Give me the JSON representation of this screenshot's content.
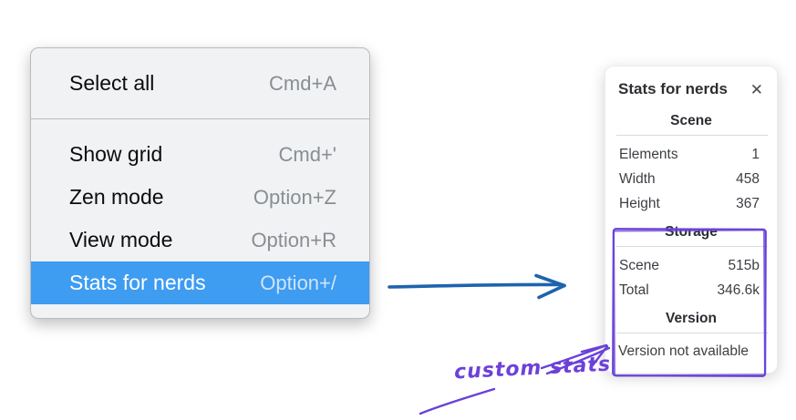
{
  "context_menu": {
    "groups": [
      {
        "items": [
          {
            "label": "Select all",
            "shortcut": "Cmd+A",
            "highlighted": false
          }
        ]
      },
      {
        "items": [
          {
            "label": "Show grid",
            "shortcut": "Cmd+'",
            "highlighted": false
          },
          {
            "label": "Zen mode",
            "shortcut": "Option+Z",
            "highlighted": false
          },
          {
            "label": "View mode",
            "shortcut": "Option+R",
            "highlighted": false
          },
          {
            "label": "Stats for nerds",
            "shortcut": "Option+/",
            "highlighted": true
          }
        ]
      }
    ]
  },
  "stats_panel": {
    "title": "Stats for nerds",
    "close_icon": "✕",
    "sections": [
      {
        "heading": "Scene",
        "rows": [
          [
            "Elements",
            "1"
          ],
          [
            "Width",
            "458"
          ],
          [
            "Height",
            "367"
          ]
        ]
      },
      {
        "heading": "Storage",
        "rows": [
          [
            "Scene",
            "515b"
          ],
          [
            "Total",
            "346.6k"
          ]
        ]
      },
      {
        "heading": "Version",
        "rows": [],
        "note": "Version not available"
      }
    ]
  },
  "annotations": {
    "custom_stats_label": "custom stats"
  },
  "colors": {
    "menu_highlight": "#3e9cf1",
    "menu_background": "#f1f2f3",
    "blue_arrow": "#1e63ae",
    "purple_annotation": "#6a41d8",
    "panel_background": "#ffffff"
  }
}
